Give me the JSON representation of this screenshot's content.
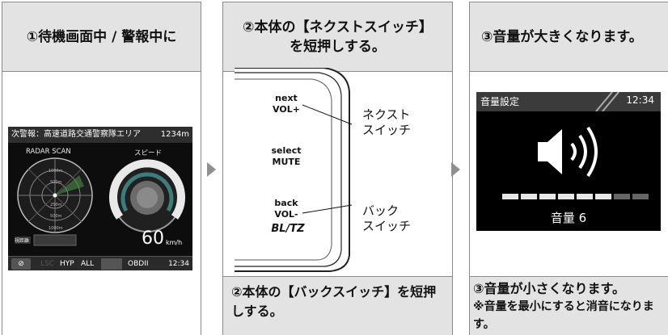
{
  "panel1": {
    "title": "①待機画面中 / 警報中に",
    "screen": {
      "alert": "次警報：高速道路交通警察隊エリア",
      "distance": "1234m",
      "radar_label": "RADAR SCAN",
      "speed_label": "スピード",
      "speed_value": "60",
      "speed_unit": "km/h",
      "scale_labels": [
        "1000m",
        "500m",
        "250m",
        "500m",
        "1000m"
      ],
      "left_small_label": "視距離",
      "status": {
        "lsc": "LSC",
        "hyp": "HYP",
        "all": "ALL",
        "obd": "OBDII",
        "time": "12:34"
      }
    }
  },
  "panel2": {
    "title": "②本体の【ネクストスイッチ】を短押しする。",
    "device": {
      "next": "next\nVOL+",
      "select": "select\nMUTE",
      "back": "back\nVOL-",
      "logo": "BL/TZ"
    },
    "callout_next": "ネクスト\nスイッチ",
    "callout_back": "バック\nスイッチ",
    "footer": "②本体の【バックスイッチ】を短押しする。"
  },
  "panel3": {
    "title": "③音量が大きくなります。",
    "screen": {
      "title": "音量設定",
      "time": "12:34",
      "level_text": "音量 6",
      "level": 6,
      "level_max": 8,
      "colors": {
        "active_segment": "#e6e6e6",
        "inactive_segment": "#666666"
      }
    },
    "footer_line1": "③音量が小さくなります。",
    "footer_line2": "※音量を最小にすると消音になります。"
  },
  "colors": {
    "header_bg": "#e3e3e3",
    "border": "#8a8a8a",
    "arrow": "#8f8f8f"
  }
}
